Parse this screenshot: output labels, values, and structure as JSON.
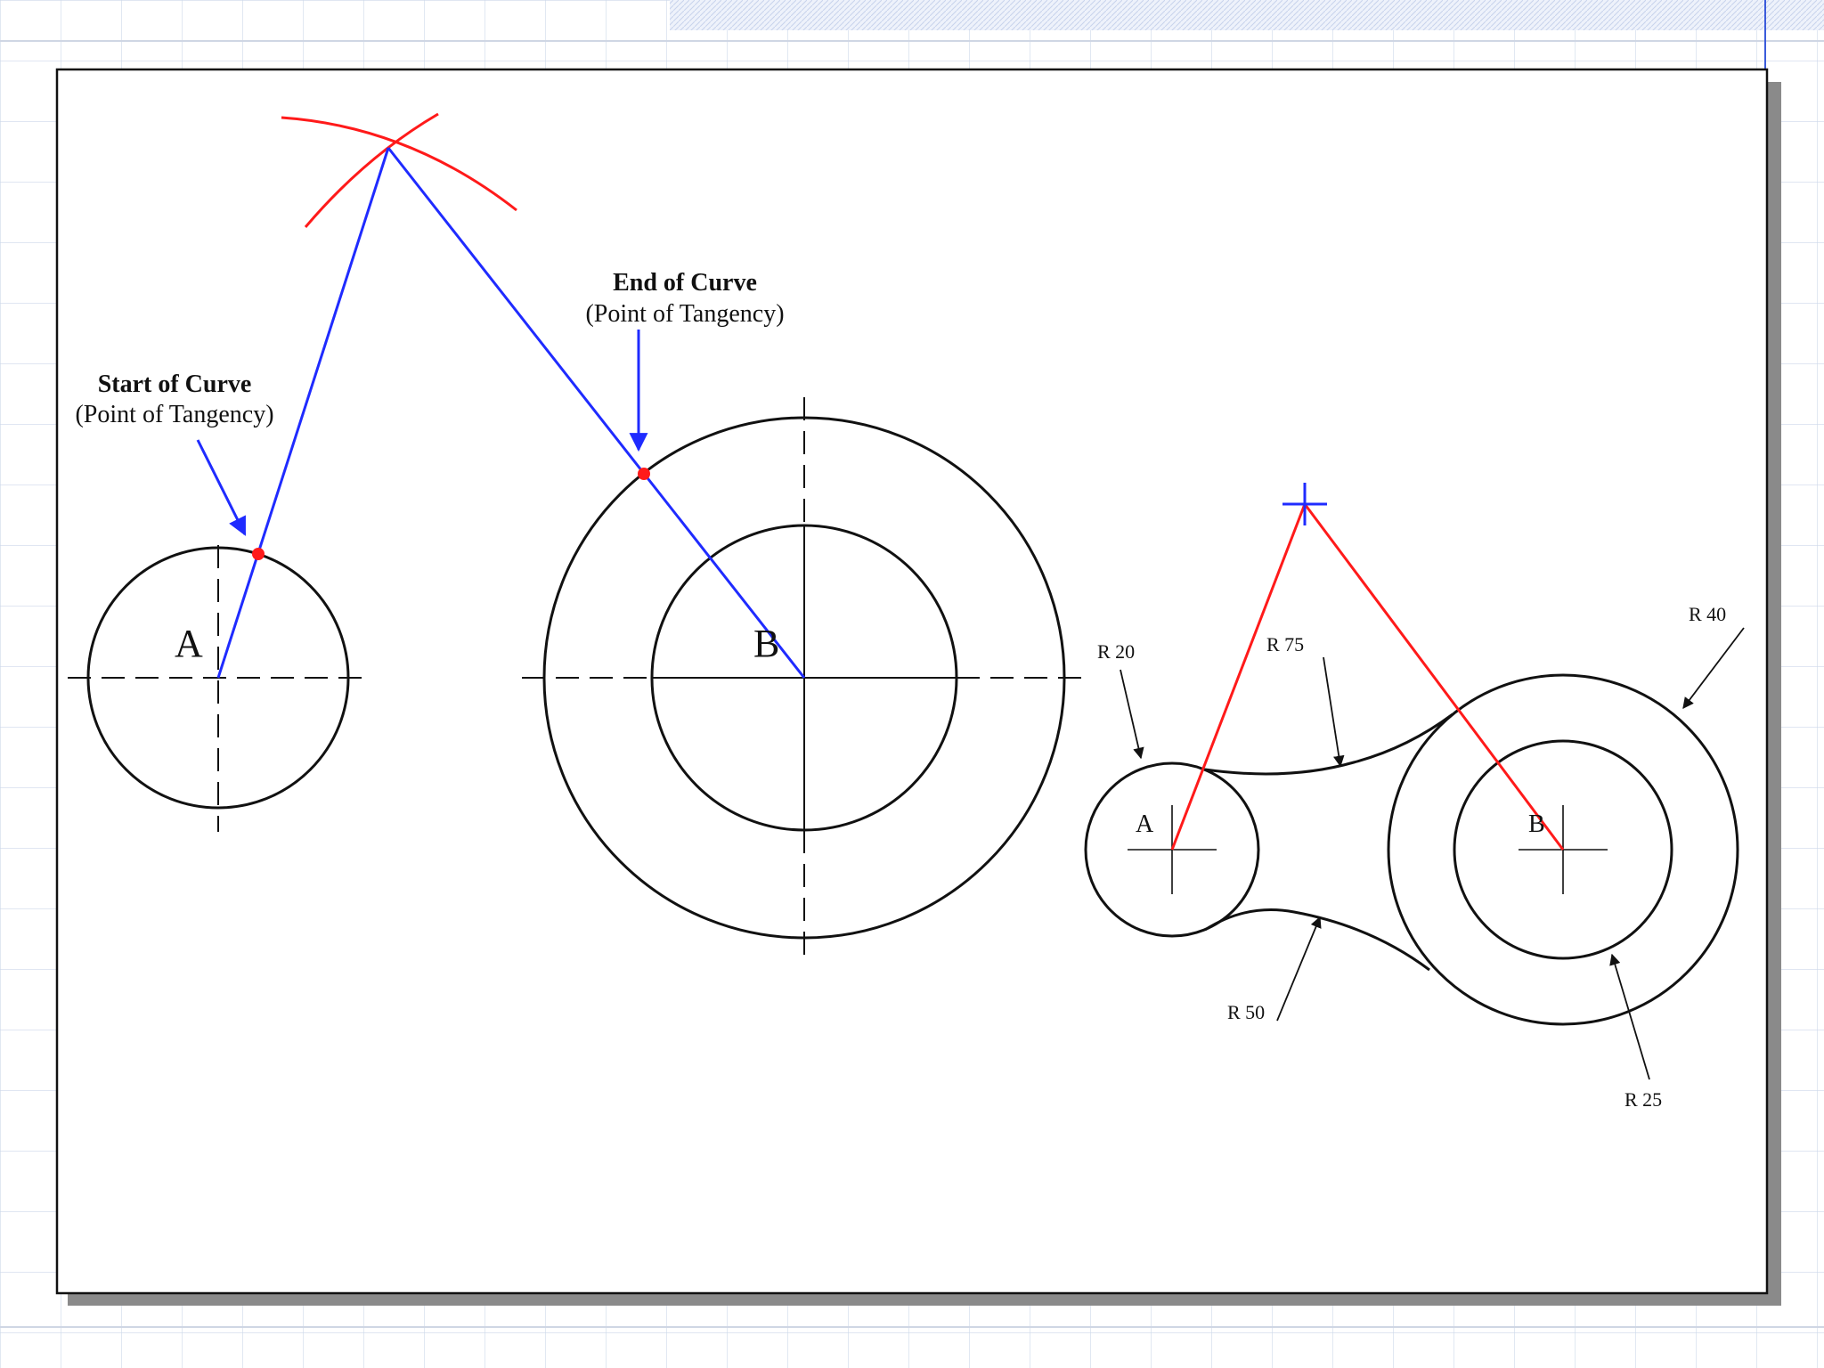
{
  "diagram": {
    "left_figure": {
      "start_of_curve_title": "Start of Curve",
      "start_of_curve_subtitle": "(Point of Tangency)",
      "end_of_curve_title": "End of Curve",
      "end_of_curve_subtitle": "(Point of Tangency)",
      "center_a_label": "A",
      "center_b_label": "B"
    },
    "right_figure": {
      "center_a_label": "A",
      "center_b_label": "B",
      "r20_label": "R 20",
      "r75_label": "R 75",
      "r40_label": "R 40",
      "r50_label": "R 50",
      "r25_label": "R 25"
    },
    "colors": {
      "construction_blue": "#1f2bff",
      "construction_red": "#ff1a1a",
      "tangency_point": "#ff1a1a",
      "outline": "#111111",
      "grid": "#cdd8ea",
      "header_band": "#dfe6f5"
    }
  }
}
